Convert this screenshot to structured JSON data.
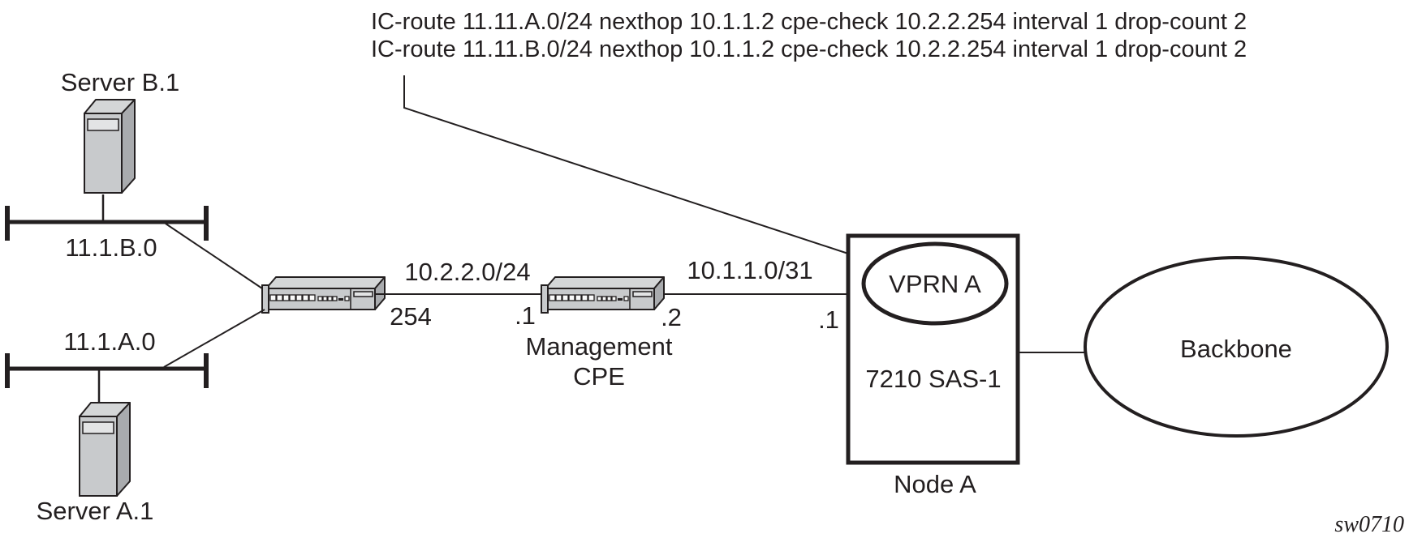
{
  "config_text": {
    "line1": "IC-route 11.11.A.0/24 nexthop 10.1.1.2 cpe-check 10.2.2.254 interval 1 drop-count 2",
    "line2": "IC-route 11.11.B.0/24 nexthop 10.1.1.2 cpe-check 10.2.2.254 interval 1 drop-count 2"
  },
  "lans": {
    "lan_b": {
      "subnet": "11.1.B.0",
      "server_label": "Server B.1"
    },
    "lan_a": {
      "subnet": "11.1.A.0",
      "server_label": "Server A.1"
    }
  },
  "links": {
    "cpe_side": {
      "subnet": "10.2.2.0/24",
      "router_ip": "254",
      "cpe_ip": ".1"
    },
    "node_side": {
      "subnet": "10.1.1.0/31",
      "cpe_ip": ".2",
      "node_ip": ".1"
    }
  },
  "devices": {
    "management_cpe": {
      "name_line1": "Management",
      "name_line2": "CPE"
    },
    "node_a": {
      "service": "VPRN A",
      "platform": "7210 SAS-1",
      "caption": "Node A"
    },
    "backbone": {
      "label": "Backbone"
    }
  },
  "figure_id": "sw0710",
  "colors": {
    "ink": "#231f20",
    "device_front": "#c8cacc",
    "device_top": "#d4d6d7",
    "device_side": "#a9abae",
    "panel": "#e3e4e5",
    "port": "#fafafa"
  }
}
